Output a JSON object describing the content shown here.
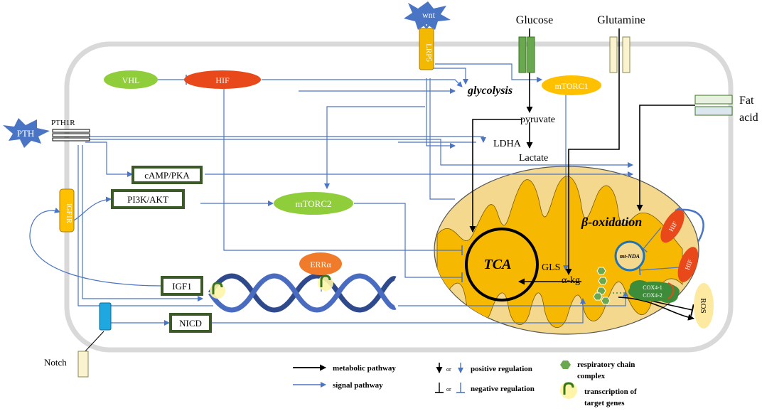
{
  "colors": {
    "signal": "#4a74c4",
    "metabolic": "#000000",
    "mito_fill": "#f3d88d",
    "cristae": "#f6b800",
    "box_border": "#3c5a28",
    "cell_border": "#d9d9d9",
    "green_pill": "#8fce3a",
    "red_pill": "#e8481a",
    "yellow_pill": "#ffc000",
    "respiratory": "#6aa84f"
  },
  "labels": {
    "wnt": "wnt",
    "lrp5": "LRP5",
    "glucose": "Glucose",
    "glutamine": "Glutamine",
    "fat_acid_1": "Fat",
    "fat_acid_2": "acid",
    "pth": "PTH",
    "pth1r": "PTH1R",
    "vhl": "VHL",
    "hif": "HIF",
    "glycolysis": "glycolysis",
    "mtorc1": "mTORC1",
    "pyruvate": "pyruvate",
    "ldha": "LDHA",
    "lactate": "Lactate",
    "camp_pka": "cAMP/PKA",
    "pi3k_akt": "PI3K/AKT",
    "mtorc2": "mTORC2",
    "igf1r": "IGF1R",
    "igf1": "IGF1",
    "erra": "ERRα",
    "nicd": "NICD",
    "notch": "Notch",
    "tca": "TCA",
    "gls": "GLS",
    "akg": "α-kg",
    "beta_oxidation": "β-oxidation",
    "mt_nda": "mt-NDA",
    "hif_mito_1": "HIF",
    "hif_mito_2": "HIF",
    "cox4_1": "COX4-1",
    "cox4_2": "COX4-2",
    "ros": "ROS"
  },
  "legend": {
    "metabolic": "metabolic pathway",
    "signal": "signal pathway",
    "or1": "or",
    "or2": "or",
    "positive": "positive regulation",
    "negative": "negative regulation",
    "respiratory_1": "respiratory chain",
    "respiratory_2": "complex",
    "transcription_1": "transcription of",
    "transcription_2": "target genes"
  }
}
